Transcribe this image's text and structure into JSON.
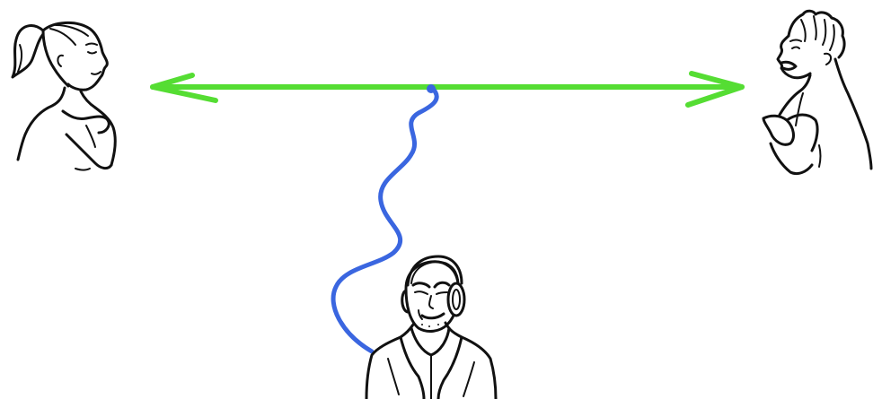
{
  "colors": {
    "background": "#ffffff",
    "ink": "#111111",
    "communication_line": "#55dd33",
    "tap_wire": "#3a66e0"
  },
  "figures": [
    {
      "name": "woman-figure",
      "icon": "woman-ponytail-icon"
    },
    {
      "name": "man-figure",
      "icon": "man-laughing-icon"
    },
    {
      "name": "eavesdropper-figure",
      "icon": "man-headphones-icon"
    }
  ],
  "arrow": {
    "style": "double-headed",
    "icon": "double-arrow-icon"
  },
  "wire": {
    "style": "wavy",
    "icon": "wiretap-cable-icon"
  }
}
